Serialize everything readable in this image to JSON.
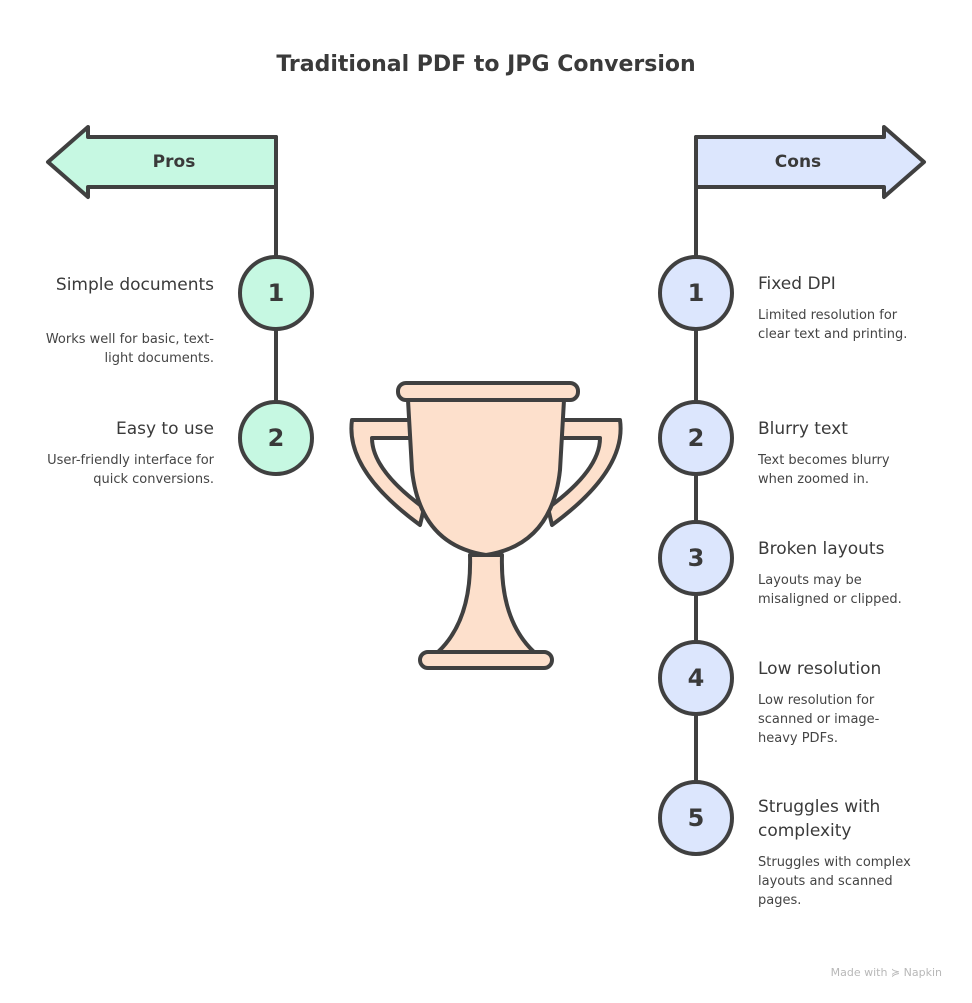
{
  "title": "Traditional PDF to JPG Conversion",
  "colors": {
    "pros": "#c6f8e2",
    "cons": "#dce6fd",
    "trophy": "#fde0cc",
    "stroke": "#404040"
  },
  "pros": {
    "label": "Pros",
    "items": [
      {
        "num": "1",
        "title": "Simple documents",
        "desc": "Works well for basic, text-light documents."
      },
      {
        "num": "2",
        "title": "Easy to use",
        "desc": "User-friendly interface for quick conversions."
      }
    ]
  },
  "cons": {
    "label": "Cons",
    "items": [
      {
        "num": "1",
        "title": "Fixed DPI",
        "desc": "Limited resolution for clear text and printing."
      },
      {
        "num": "2",
        "title": "Blurry text",
        "desc": "Text becomes blurry when zoomed in."
      },
      {
        "num": "3",
        "title": "Broken layouts",
        "desc": "Layouts may be misaligned or clipped."
      },
      {
        "num": "4",
        "title": "Low resolution",
        "desc": "Low resolution for scanned or image-heavy PDFs."
      },
      {
        "num": "5",
        "title": "Struggles with complexity",
        "desc": "Struggles with complex layouts and scanned pages."
      }
    ]
  },
  "footer": "Made with ≽ Napkin"
}
